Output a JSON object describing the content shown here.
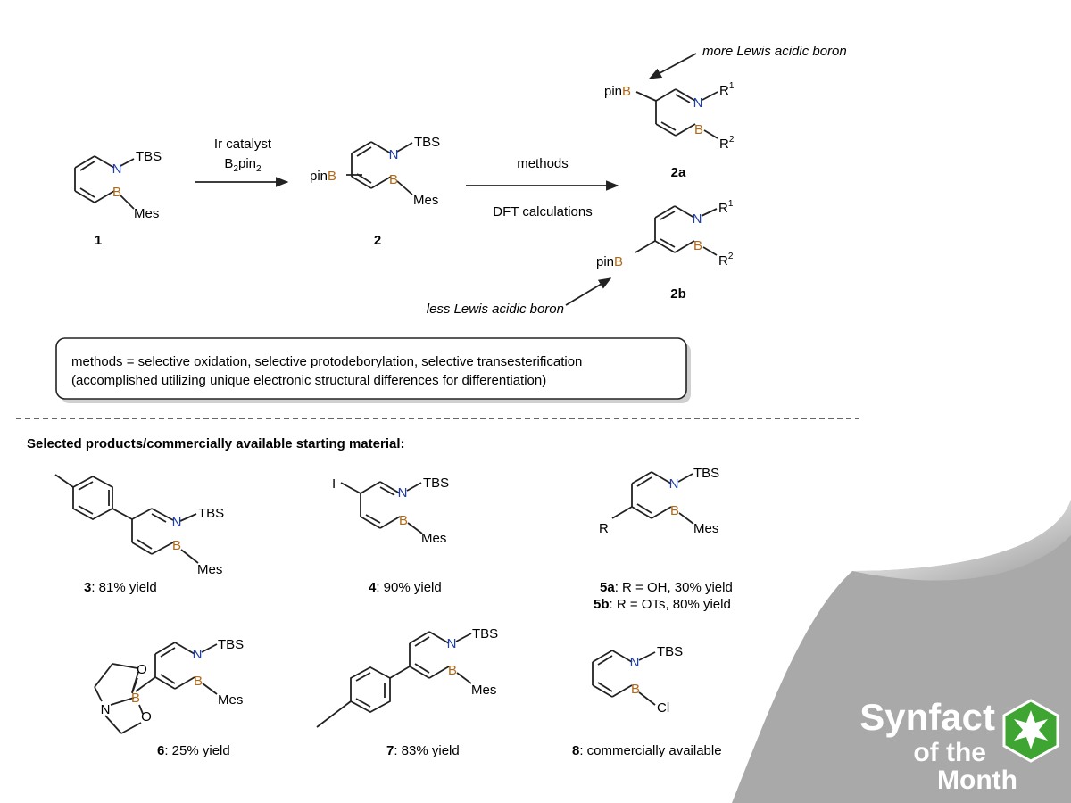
{
  "scheme": {
    "compound_1": {
      "number": "1",
      "N": "N",
      "B": "B",
      "N_sub": "TBS",
      "B_sub": "Mes"
    },
    "arrow1": {
      "above_1": "Ir catalyst",
      "above_2_base": "B",
      "above_2_sub1": "2",
      "above_2_mid": "pin",
      "above_2_sub2": "2"
    },
    "compound_2": {
      "number": "2",
      "N": "N",
      "B": "B",
      "N_sub": "TBS",
      "B_sub": "Mes",
      "ring_sub": "pin"
    },
    "arrow2": {
      "above": "methods",
      "below": "DFT calculations"
    },
    "compound_2a": {
      "number": "2a",
      "N": "N",
      "B": "B",
      "R1_base": "R",
      "R1_sup": "1",
      "R2_base": "R",
      "R2_sup": "2",
      "ring_sub": "pin"
    },
    "compound_2b": {
      "number": "2b",
      "N": "N",
      "B": "B",
      "R1_base": "R",
      "R1_sup": "1",
      "R2_base": "R",
      "R2_sup": "2",
      "ring_sub": "pin"
    },
    "note_more": "more Lewis acidic boron",
    "note_less": "less Lewis acidic boron",
    "methods_box": {
      "line1": "methods = selective oxidation, selective protodeborylation, selective transesterification",
      "line2": "(accomplished utilizing unique electronic structural differences for differentiation)"
    }
  },
  "products": {
    "heading": "Selected products/commercially available starting material:",
    "items": [
      {
        "number": "3",
        "caption": ": 81% yield",
        "N_sub": "TBS",
        "B_sub": "Mes"
      },
      {
        "number": "4",
        "caption": ": 90% yield",
        "N_sub": "TBS",
        "B_sub": "Mes",
        "ring_sub": "I"
      },
      {
        "number": "5a",
        "caption": ": R = OH, 30% yield",
        "number2": "5b",
        "caption2": ": R = OTs, 80% yield",
        "N_sub": "TBS",
        "B_sub": "Mes",
        "ring_sub": "R"
      },
      {
        "number": "6",
        "caption": ": 25% yield",
        "N_sub": "TBS",
        "B_sub": "Mes",
        "atom_O": "O",
        "atom_N": "N",
        "atom_B": "B"
      },
      {
        "number": "7",
        "caption": ": 83% yield",
        "N_sub": "TBS",
        "B_sub": "Mes"
      },
      {
        "number": "8",
        "caption": ": commercially available",
        "N_sub": "TBS",
        "B_sub": "Cl"
      }
    ]
  },
  "badge": {
    "line1": "Synfact",
    "line2": "of the",
    "line3": "Month"
  },
  "colors": {
    "nitrogen": "#1f3fa8",
    "boron": "#b06a1c",
    "badge_green": "#3ea532",
    "page_curl": "#a9a9a9"
  }
}
